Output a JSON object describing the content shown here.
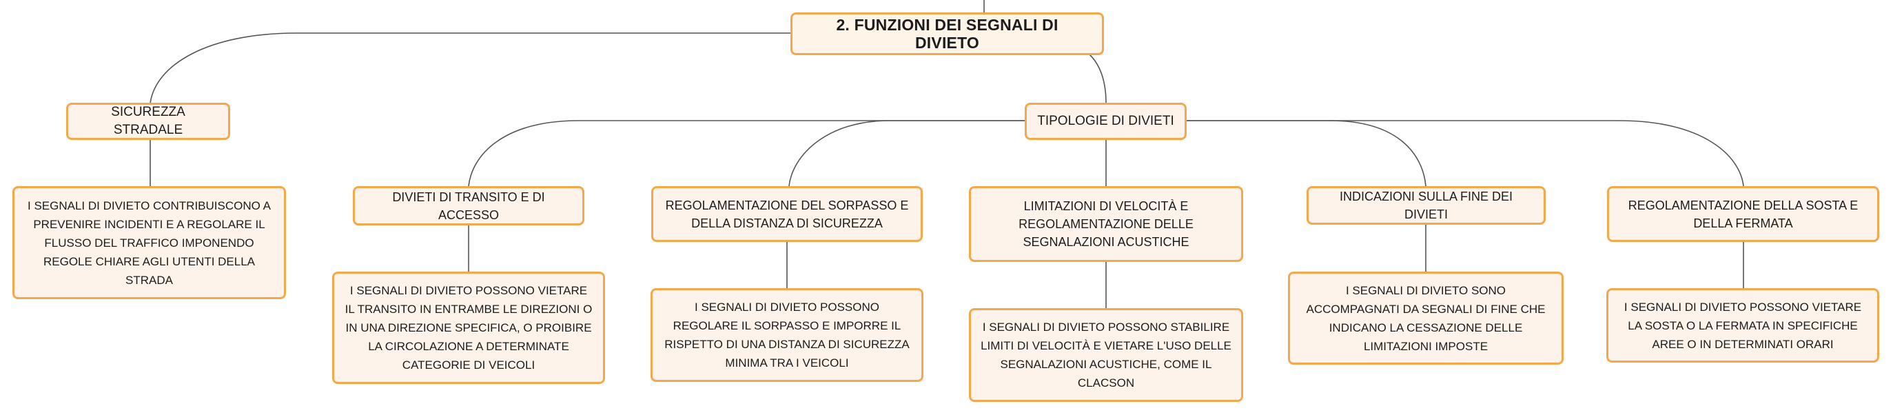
{
  "root": "2. FUNZIONI DEI SEGNALI DI DIVIETO",
  "branches": {
    "sicurezza": "SICUREZZA STRADALE",
    "tipologie": "TIPOLOGIE DI DIVIETI"
  },
  "sicurezza_desc": "I SEGNALI DI DIVIETO CONTRIBUISCONO A PREVENIRE INCIDENTI E A REGOLARE IL FLUSSO DEL TRAFFICO IMPONENDO REGOLE CHIARE AGLI UTENTI DELLA STRADA",
  "types": [
    {
      "title": "DIVIETI DI TRANSITO E DI ACCESSO",
      "desc": "I SEGNALI DI DIVIETO POSSONO VIETARE IL TRANSITO IN ENTRAMBE LE DIREZIONI O IN UNA DIREZIONE SPECIFICA, O PROIBIRE LA CIRCOLAZIONE A DETERMINATE CATEGORIE DI VEICOLI"
    },
    {
      "title": "REGOLAMENTAZIONE DEL SORPASSO E DELLA DISTANZA DI SICUREZZA",
      "desc": "I SEGNALI DI DIVIETO POSSONO REGOLARE IL SORPASSO E IMPORRE IL RISPETTO DI UNA DISTANZA DI SICUREZZA MINIMA TRA I VEICOLI"
    },
    {
      "title": "LIMITAZIONI DI VELOCITÀ E REGOLAMENTAZIONE DELLE SEGNALAZIONI ACUSTICHE",
      "desc": "I SEGNALI DI DIVIETO POSSONO STABILIRE LIMITI DI VELOCITÀ E VIETARE L'USO DELLE SEGNALAZIONI ACUSTICHE, COME IL CLACSON"
    },
    {
      "title": "INDICAZIONI SULLA FINE DEI DIVIETI",
      "desc": "I SEGNALI DI DIVIETO SONO ACCOMPAGNATI DA SEGNALI DI FINE CHE INDICANO LA CESSAZIONE DELLE LIMITAZIONI IMPOSTE"
    },
    {
      "title": "REGOLAMENTAZIONE DELLA SOSTA E DELLA FERMATA",
      "desc": "I SEGNALI DI DIVIETO POSSONO VIETARE LA SOSTA O LA FERMATA IN SPECIFICHE AREE O IN DETERMINATI ORARI"
    }
  ],
  "colors": {
    "node_border": "#f4a84c",
    "node_fill": "#fdf3ea",
    "connector": "#555555"
  }
}
